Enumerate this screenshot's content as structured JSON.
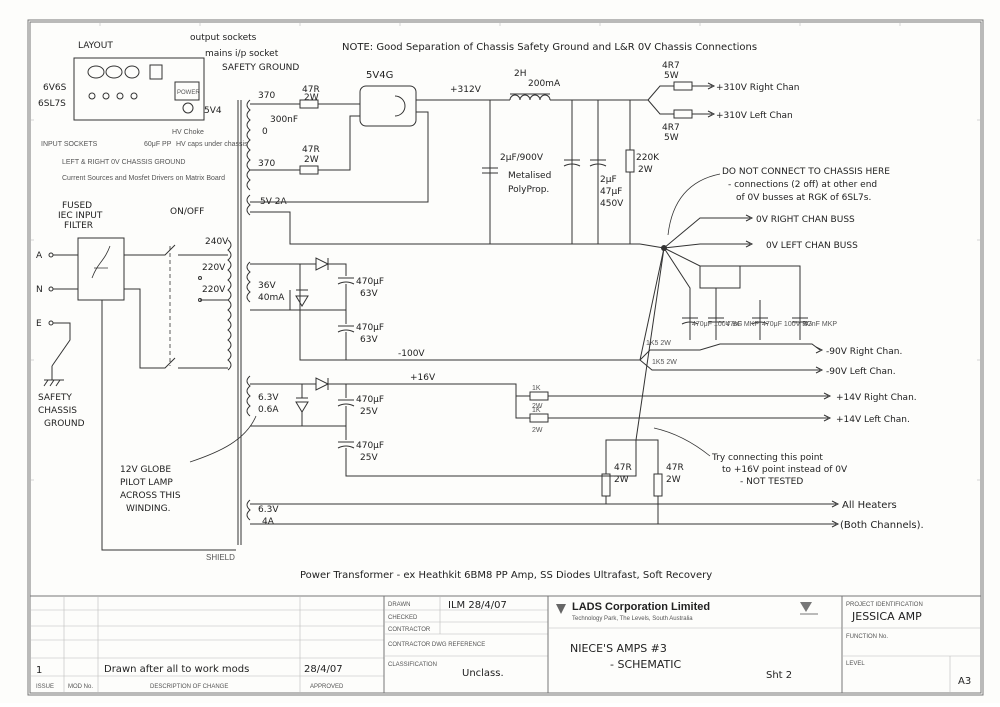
{
  "title_note": "NOTE: Good Separation of Chassis Safety Ground and L&R 0V Chassis Connections",
  "layout": {
    "label": "LAYOUT",
    "output_sockets": "output sockets",
    "mains_socket": "mains i/p socket",
    "safety_ground": "SAFETY GROUND",
    "power": "POWER",
    "tube_6v6": "6V6S",
    "tube_6sl7": "6SL7S",
    "tube_5v4": "5V4",
    "input_sockets": "INPUT SOCKETS",
    "left_right_0v": "LEFT & RIGHT 0V CHASSIS GROUND",
    "hv_choke": "HV Choke",
    "cap_60uf": "60μF PP",
    "hv_caps": "HV caps under chassis",
    "current_sources": "Current Sources and Mosfet Drivers on Matrix Board",
    "on_off": "ON/OFF"
  },
  "fused_iec": [
    "FUSED",
    "IEC INPUT",
    "FILTER"
  ],
  "terminals": {
    "a": "A",
    "n": "N",
    "e": "E"
  },
  "safety_chassis_ground": [
    "SAFETY",
    "CHASSIS",
    "GROUND"
  ],
  "tapping_labels": [
    "240V",
    "220V",
    "220V"
  ],
  "transformer_hv": {
    "t1": "370",
    "t2": "0",
    "t3": "370",
    "fil": "5V 2A",
    "cap": "300nF"
  },
  "rectifier": "5V4G",
  "resistor_47r_2w_a": [
    "47R",
    "2W"
  ],
  "resistor_47r_2w_b": [
    "47R",
    "2W"
  ],
  "hv_node": "+312V",
  "choke": [
    "2H",
    "200mA"
  ],
  "cap_2uf": [
    "2μF/900V",
    "Metalised",
    "PolyProp."
  ],
  "cap_47uf": [
    "2μF",
    "47μF",
    "450V"
  ],
  "res_220k": [
    "220K",
    "2W"
  ],
  "hv_out_right": {
    "res": [
      "4R7",
      "5W"
    ],
    "label": "+310V  Right Chan"
  },
  "hv_out_left": {
    "res": [
      "4R7",
      "5W"
    ],
    "label": "+310V  Left Chan"
  },
  "do_not_connect": [
    "DO NOT CONNECT TO CHASSIS HERE",
    "- connections (2 off) at other end",
    "of 0V busses at RGK of 6SL7s."
  ],
  "bus_right": "0V  RIGHT CHAN BUSS",
  "bus_left": "0V  LEFT CHAN BUSS",
  "sec_36v": [
    "36V",
    "40mA"
  ],
  "cap_470_63v_a": [
    "470μF",
    "63V"
  ],
  "cap_470_63v_b": [
    "470μF",
    "63V"
  ],
  "neg100": "-100V",
  "cap_bank": [
    "470μF 100V BG",
    "47nF MKP",
    "470μF 100V BG",
    "47nF MKP"
  ],
  "res_1k5": [
    "1K5 2W",
    "1K5 2W"
  ],
  "out_neg_right": "-90V  Right Chan.",
  "out_neg_left": "-90V  Left Chan.",
  "sec_63v": [
    "6.3V",
    "0.6A"
  ],
  "cap_470_25v_a": [
    "470μF",
    "25V"
  ],
  "cap_470_25v_b": [
    "470μF",
    "25V"
  ],
  "pos16": "+16V",
  "res_1k": [
    "1K",
    "2W",
    "1K",
    "2W"
  ],
  "out_pos_right": "+14V  Right Chan.",
  "out_pos_left": "+14V  Left Chan.",
  "try_note": [
    "Try connecting this point",
    "to +16V point instead of 0V",
    "- NOT TESTED"
  ],
  "res_47r_pair": [
    "47R",
    "2W",
    "47R",
    "2W"
  ],
  "globe_note": [
    "12V GLOBE",
    "PILOT LAMP",
    "ACROSS THIS",
    "WINDING."
  ],
  "heater_winding": [
    "6.3V",
    "4A"
  ],
  "heaters": [
    "All Heaters",
    "(Both Channels)."
  ],
  "shield": "SHIELD",
  "caption": "Power Transformer - ex Heathkit 6BM8 PP Amp, SS Diodes Ultrafast, Soft Recovery",
  "title_block": {
    "drawn_label": "DRAWN",
    "drawn_value": "ILM  28/4/07",
    "checked_label": "CHECKED",
    "contractor_label": "CONTRACTOR",
    "contractor_ref_label": "CONTRACTOR DWG REFERENCE",
    "classification_label": "CLASSIFICATION",
    "classification_value": "Unclass.",
    "company_name": "LADS Corporation Limited",
    "company_sub": "Technology Park, The Levels, South Australia",
    "drawing_title": [
      "NIECE'S AMPS  #3",
      "- SCHEMATIC"
    ],
    "sheet": "Sht 2",
    "project_label": "PROJECT IDENTIFICATION",
    "project_value": "JESSICA AMP",
    "function_label": "FUNCTION No.",
    "level_label": "LEVEL",
    "size": "A3",
    "issue_label": "ISSUE",
    "mod_label": "MOD No.",
    "desc_label": "DESCRIPTION OF CHANGE",
    "approved_label": "APPROVED",
    "issue_value": "1",
    "desc_value": "Drawn after all to work mods",
    "approved_value": "28/4/07"
  }
}
